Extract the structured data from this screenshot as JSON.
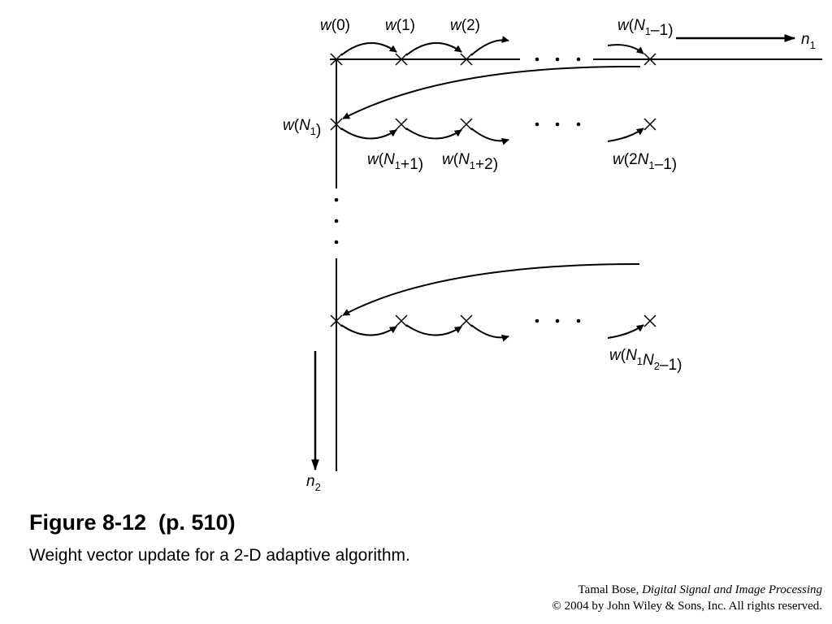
{
  "diagram": {
    "top_labels": [
      "w(0)",
      "w(1)",
      "w(2)",
      "w(N1-1)"
    ],
    "row2_left_label": "w(N1)",
    "row2_labels": [
      "w(N1+1)",
      "w(N1+2)",
      "w(2N1-1)"
    ],
    "last_row_label": "w(N1N2-1)",
    "axis_n1": "n1",
    "axis_n2": "n2",
    "ellipsis": "· · ·"
  },
  "caption": {
    "title": "Figure 8-12  (p. 510)",
    "text": "Weight vector update for a 2-D adaptive algorithm."
  },
  "credit": {
    "author": "Tamal Bose, ",
    "book": "Digital Signal and Image Processing",
    "copyright": "© 2004 by John Wiley & Sons, Inc.  All rights reserved."
  }
}
